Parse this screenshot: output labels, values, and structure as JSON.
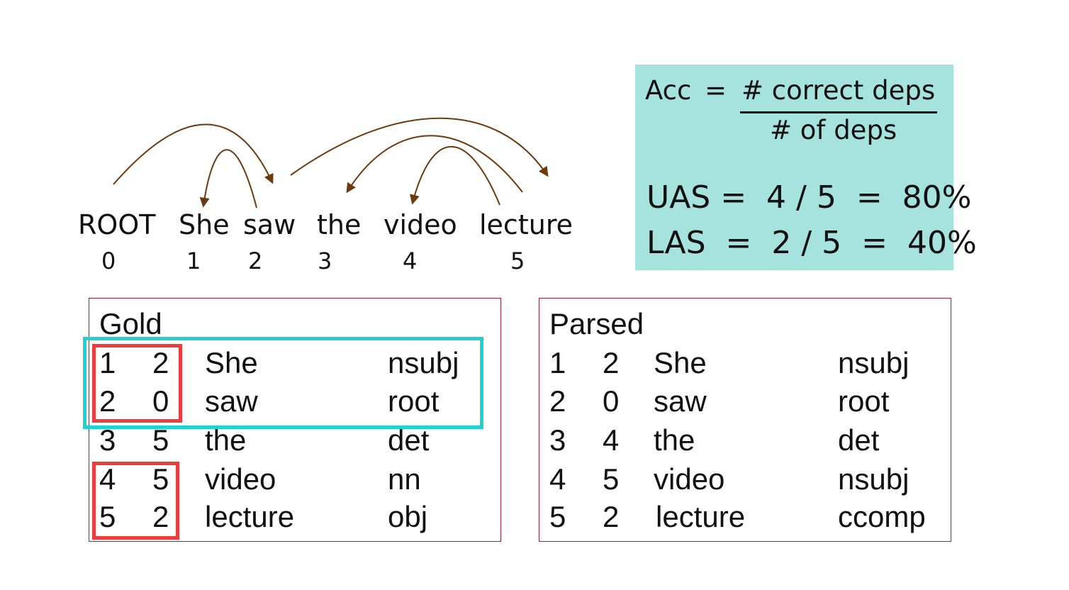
{
  "sentence": {
    "tokens": [
      {
        "word": "ROOT",
        "index": "0"
      },
      {
        "word": "She",
        "index": "1"
      },
      {
        "word": "saw",
        "index": "2"
      },
      {
        "word": "the",
        "index": "3"
      },
      {
        "word": "video",
        "index": "4"
      },
      {
        "word": "lecture",
        "index": "5"
      }
    ],
    "arc_color": "#6b3a0f"
  },
  "formula": {
    "acc_label": "Acc",
    "equals": "=",
    "numerator": "# correct deps",
    "denominator": "# of deps",
    "uas": "UAS =  4 / 5  =  80%",
    "las": "LAS  =  2 / 5  =  40%",
    "background": "#a6e3de"
  },
  "gold": {
    "title": "Gold",
    "rows": [
      {
        "dep": "1",
        "head": "2",
        "word": "She",
        "label": "nsubj"
      },
      {
        "dep": "2",
        "head": "0",
        "word": "saw",
        "label": "root"
      },
      {
        "dep": "3",
        "head": "5",
        "word": "the",
        "label": "det"
      },
      {
        "dep": "4",
        "head": "5",
        "word": "video",
        "label": "nn"
      },
      {
        "dep": "5",
        "head": "2",
        "word": "lecture",
        "label": "obj"
      }
    ]
  },
  "parsed": {
    "title": "Parsed",
    "rows": [
      {
        "dep": "1",
        "head": "2",
        "word": "She",
        "label": "nsubj"
      },
      {
        "dep": "2",
        "head": "0",
        "word": "saw",
        "label": "root"
      },
      {
        "dep": "3",
        "head": "4",
        "word": "the",
        "label": "det"
      },
      {
        "dep": "4",
        "head": "5",
        "word": "video",
        "label": "nsubj"
      },
      {
        "dep": "5",
        "head": "2",
        "word": "lecture",
        "label": "ccomp"
      }
    ]
  },
  "colors": {
    "panel_border": "#b2183b",
    "highlight_red": "#ef3b3b",
    "highlight_cyan": "#1fd3d3"
  }
}
